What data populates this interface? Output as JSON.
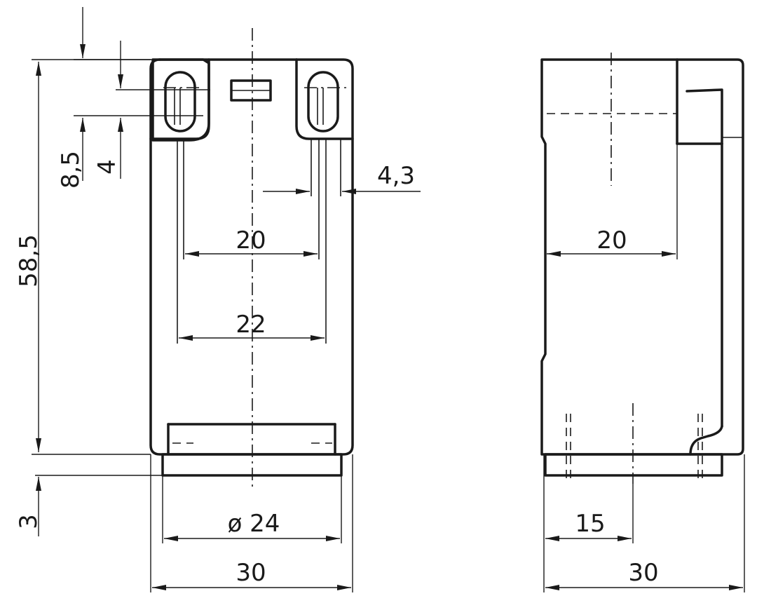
{
  "dimensions": {
    "front_height": "58,5",
    "slot_offset": "8,5",
    "slot_length": "4",
    "base_height": "3",
    "hole_width": "4,3",
    "hole_spacing_inner": "20",
    "hole_spacing_outer": "22",
    "base_diameter": "ø 24",
    "front_width": "30",
    "side_step_width": "20",
    "side_center_offset": "15",
    "side_width": "30"
  }
}
